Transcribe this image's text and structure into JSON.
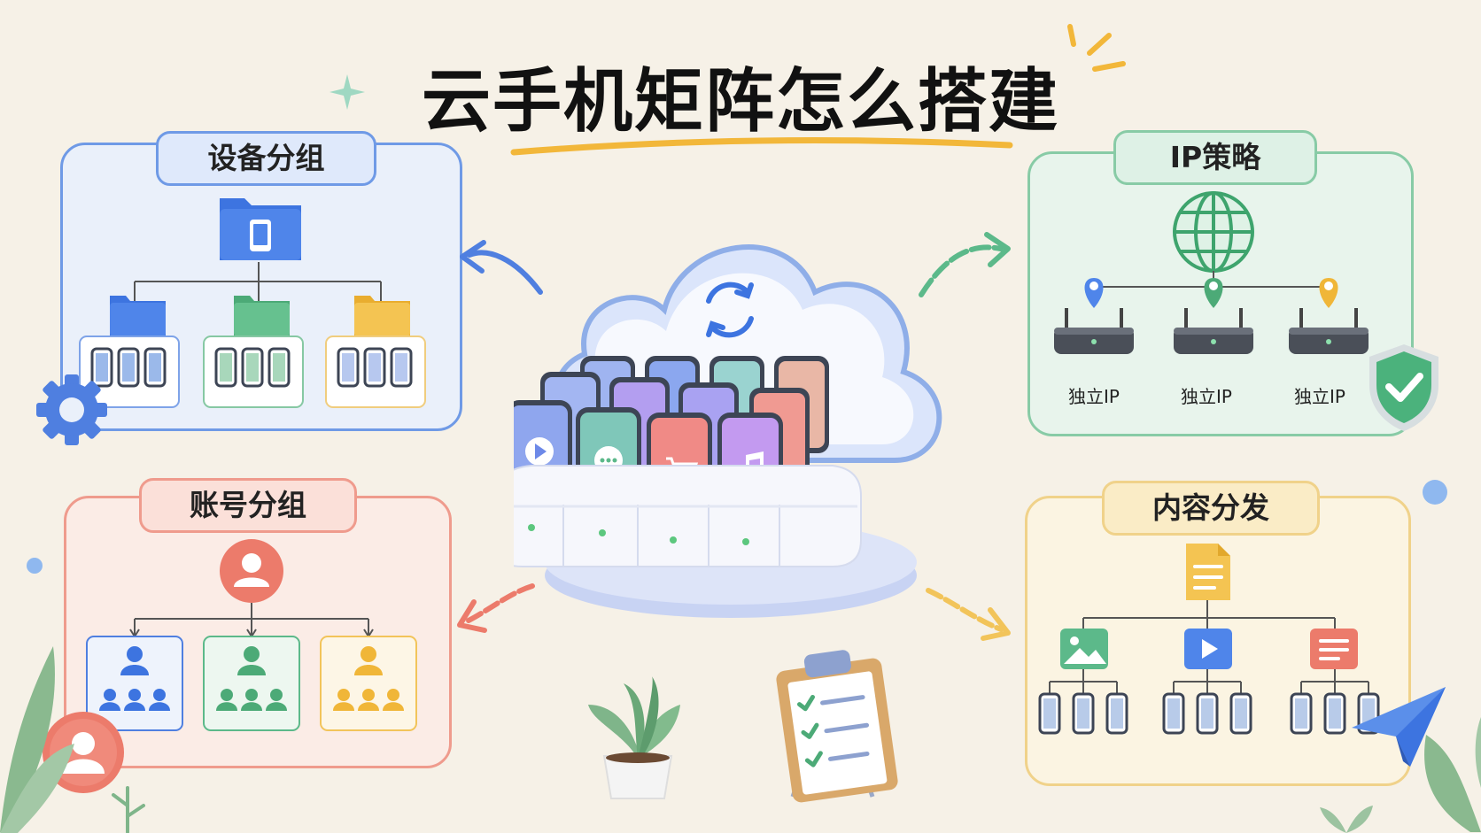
{
  "title": "云手机矩阵怎么搭建",
  "panels": {
    "device_group": {
      "label": "设备分组"
    },
    "ip_strategy": {
      "label": "IP策略",
      "nodes": [
        "独立IP",
        "独立IP",
        "独立IP"
      ]
    },
    "account_group": {
      "label": "账号分组"
    },
    "content_dist": {
      "label": "内容分发"
    }
  },
  "colors": {
    "blue": "#4f7fe0",
    "green": "#5cb98a",
    "yellow": "#f2c45a",
    "red": "#ec7b6b",
    "bg": "#f6f1e7"
  },
  "icons": [
    "folder-icon",
    "phone-icon",
    "globe-icon",
    "router-icon",
    "location-pin-icon",
    "shield-check-icon",
    "user-icon",
    "user-group-icon",
    "document-icon",
    "image-icon",
    "play-icon",
    "message-icon",
    "cart-icon",
    "music-icon",
    "gear-icon",
    "paper-plane-icon",
    "clipboard-check-icon",
    "plant-icon",
    "cloud-sync-icon"
  ]
}
